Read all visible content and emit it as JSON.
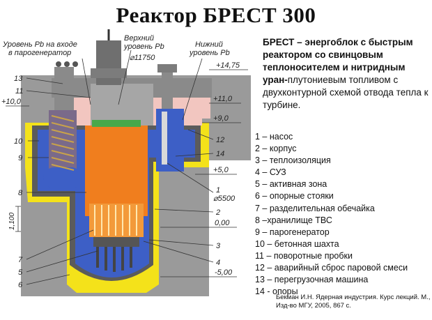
{
  "title": "Реактор БРЕСТ 300",
  "description": {
    "lead": "БРЕСТ – ",
    "strong": " энергоблок с быстрым реактором со свинцовым теплоносителем и нитридным уран-",
    "rest": "плутониевым топливом с двухконтурной схемой отвода тепла к турбине."
  },
  "legend": [
    "1 – насос",
    "2 – корпус",
    "3 –  теплоизоляция",
    "4 – СУЗ",
    "5 – активная зона",
    "6 – опорные стояки",
    "7 – разделительная обечайка",
    "8 –хранилище ТВС",
    "9 – парогенератор",
    "10 – бетонная шахта",
    "11 – поворотные пробки",
    "12 – аварийный сброс паровой смеси",
    "13 – перегрузочная машина",
    "14 - опоры"
  ],
  "citation": "Бекман И.Н. Ядерная индустрия. Курс лекций. М., Изд-во МГУ, 2005, 867 с.",
  "diagram": {
    "top_labels": {
      "pb_inlet_line1": "Уровень Pb на входе",
      "pb_inlet_line2": "в парогенератор",
      "upper_pb_line1": "Верхний",
      "upper_pb_line2": "уровень Pb",
      "diameter_top": "⌀11750",
      "lower_pb_line1": "Нижний",
      "lower_pb_line2": "уровень Pb"
    },
    "elevations": {
      "e1475": "+14,75",
      "e1100": "+11,0",
      "e900": "+9,0",
      "e500": "+5,0",
      "e000": "0,00",
      "em500": "-5,00",
      "e1000": "+10,0",
      "d5500": "⌀5500",
      "dim1100": "1,100"
    },
    "left_callouts": {
      "c13": "13",
      "c11": "11",
      "c10": "10",
      "c9": "9",
      "c8": "8",
      "c7": "7",
      "c5": "5",
      "c6": "6"
    },
    "right_callouts": {
      "c12": "12",
      "c14": "14",
      "c1": "1",
      "c2": "2",
      "c3": "3",
      "c4": "4"
    }
  },
  "colors": {
    "concrete": "#9a9a9a",
    "insulation": "#f4e21a",
    "lead_blue": "#3d5fc6",
    "core_orange": "#f07e1e",
    "gas_pink": "#f2c6c0",
    "steel_gray": "#6f6f6f"
  }
}
